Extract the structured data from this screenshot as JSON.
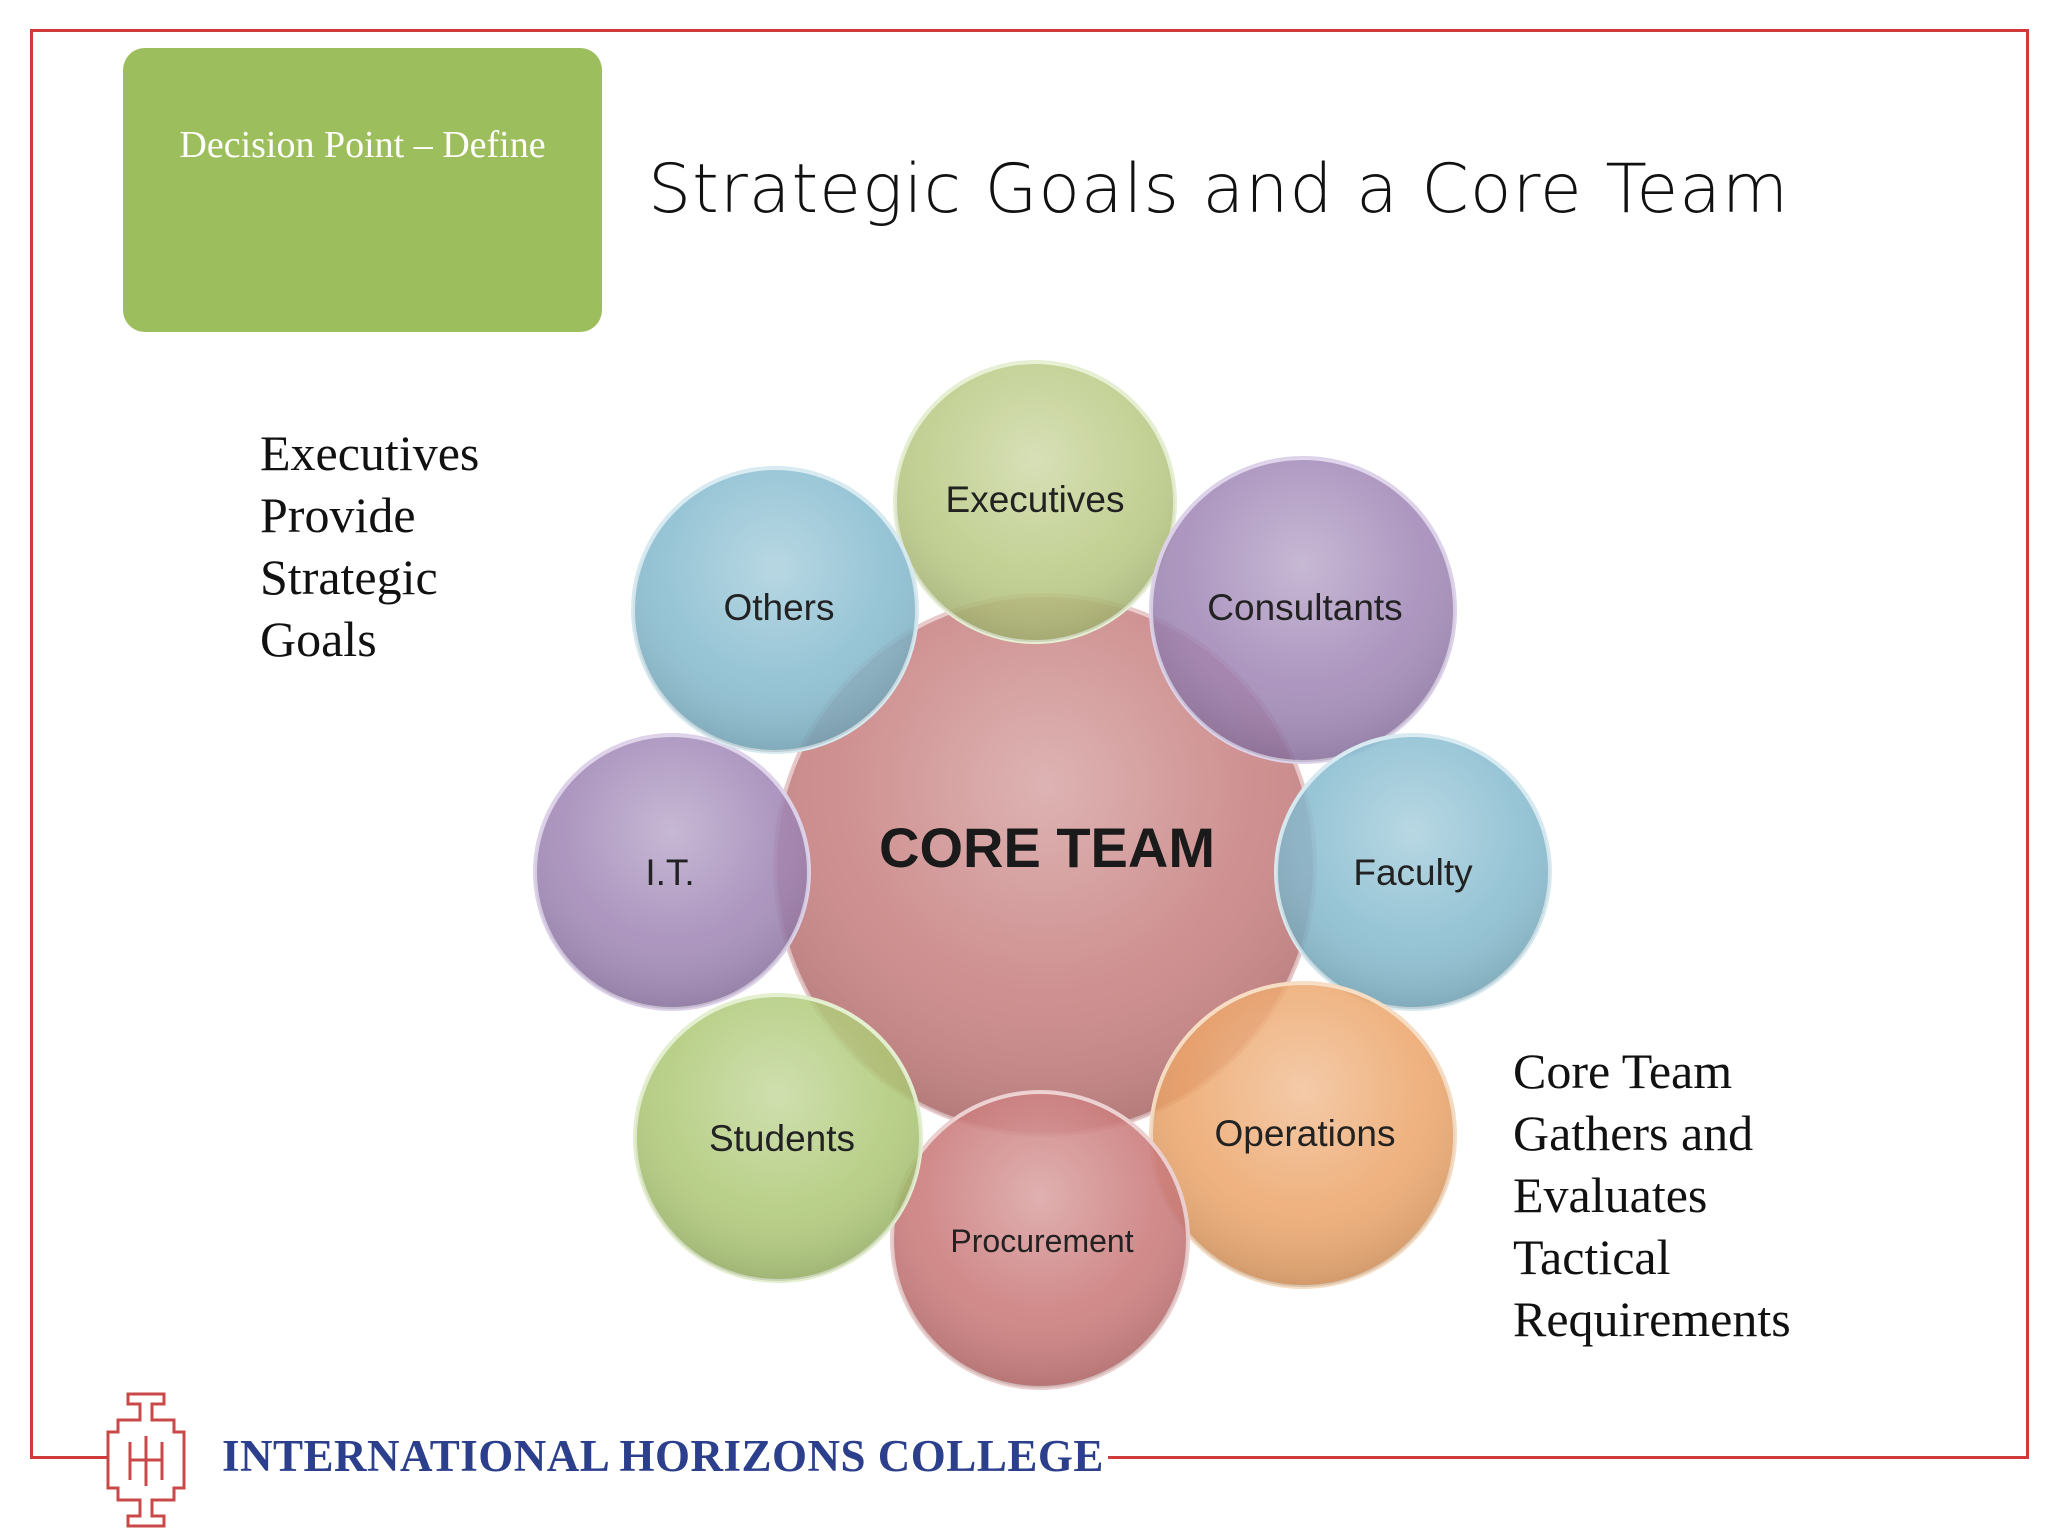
{
  "slide": {
    "badge": "Decision Point – Define",
    "title": "Strategic Goals and a Core Team"
  },
  "notes": {
    "left": [
      "Executives",
      "Provide",
      "Strategic",
      "Goals"
    ],
    "right": [
      "Core Team",
      "Gathers and",
      "Evaluates",
      "Tactical",
      "Requirements"
    ]
  },
  "diagram": {
    "center": "CORE TEAM",
    "nodes": [
      {
        "key": "executives",
        "label": "Executives",
        "color": "#b6c77c"
      },
      {
        "key": "consultants",
        "label": "Consultants",
        "color": "#9a7fb2"
      },
      {
        "key": "faculty",
        "label": "Faculty",
        "color": "#7fb7cc"
      },
      {
        "key": "operations",
        "label": "Operations",
        "color": "#eba061"
      },
      {
        "key": "procurement",
        "label": "Procurement",
        "color": "#c87474"
      },
      {
        "key": "students",
        "label": "Students",
        "color": "#a9c66f"
      },
      {
        "key": "it",
        "label": "I.T.",
        "color": "#9a7fb2"
      },
      {
        "key": "others",
        "label": "Others",
        "color": "#7fb7cc"
      }
    ],
    "center_color": "#c57a7a"
  },
  "footer": {
    "college": "INTERNATIONAL HORIZONS COLLEGE"
  }
}
